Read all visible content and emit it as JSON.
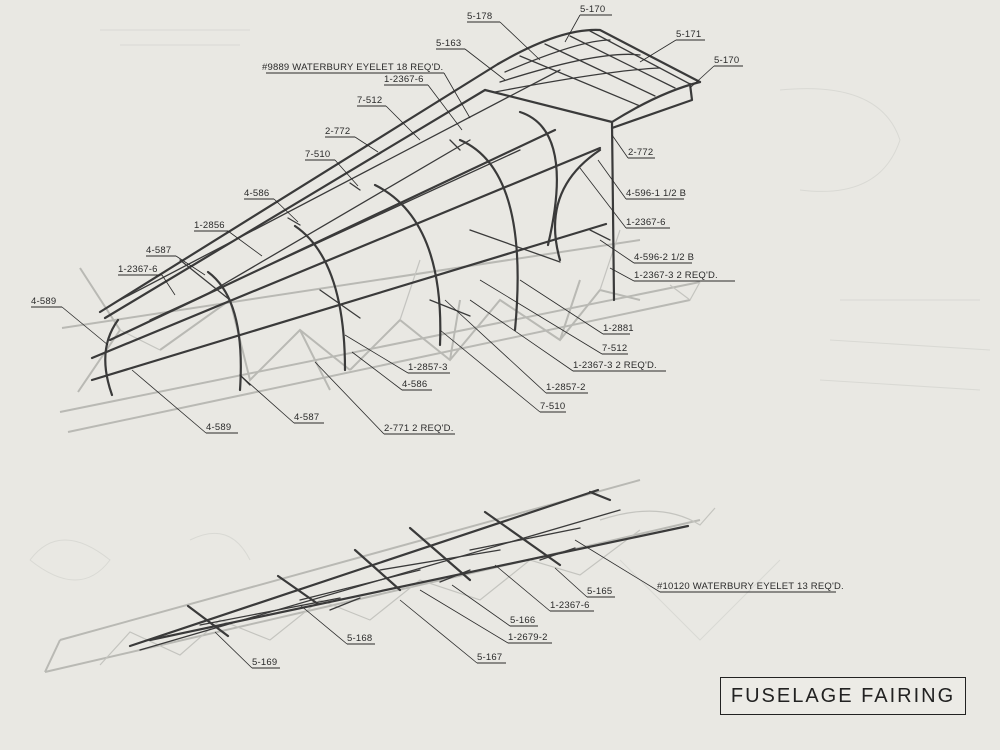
{
  "title": "FUSELAGE FAIRING",
  "upper_labels": [
    "5-178",
    "5-170",
    "5-163",
    "5-171",
    "5-170",
    "#9889 WATERBURY EYELET 18 REQ'D.",
    "1-2367-6",
    "7-512",
    "2-772",
    "2-772",
    "7-510",
    "4-596-1 1/2 B",
    "4-586",
    "1-2367-6",
    "1-2856",
    "4-596-2 1/2 B",
    "1-2367-3  2 REQ'D.",
    "4-587",
    "1-2367-6",
    "4-589",
    "1-2881",
    "7-512",
    "1-2367-3  2 REQ'D.",
    "1-2857-3",
    "4-586",
    "1-2857-2",
    "7-510",
    "4-589",
    "4-587",
    "2-771 2 REQ'D."
  ],
  "lower_labels": [
    "5-165",
    "#10120 WATERBURY EYELET 13 REQ'D.",
    "1-2367-6",
    "5-166",
    "5-168",
    "1-2679-2",
    "5-167",
    "5-169"
  ]
}
